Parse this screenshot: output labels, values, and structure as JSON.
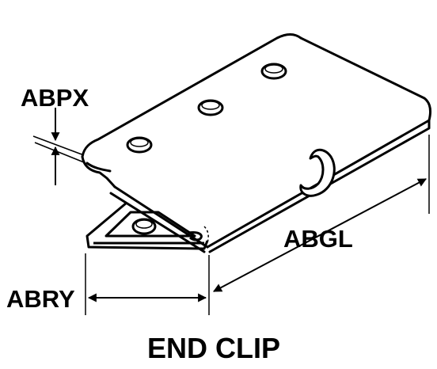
{
  "diagram": {
    "part_name": "END CLIP",
    "dimensions": {
      "thickness": "ABPX",
      "length": "ABGL",
      "width": "ABRY"
    }
  }
}
